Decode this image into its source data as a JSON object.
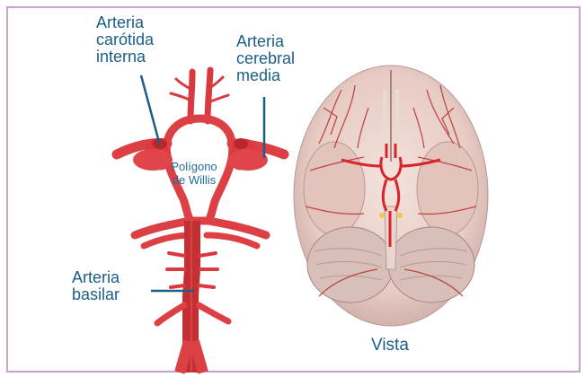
{
  "labels": {
    "carotid": [
      "Arteria",
      "carótida",
      "interna"
    ],
    "cerebral": [
      "Arteria",
      "cerebral",
      "media"
    ],
    "basilar": [
      "Arteria",
      "basilar"
    ],
    "willis": [
      "Polígono",
      "de Willis"
    ],
    "vista": "Vista"
  },
  "colors": {
    "artery": "#e0454a",
    "artery_shadow": "#b8262b",
    "leader_line": "#1b5e86",
    "label_text": "#1b5e86",
    "frame_border": "#c9a3cf",
    "brain_tissue": "#ead2cc"
  }
}
